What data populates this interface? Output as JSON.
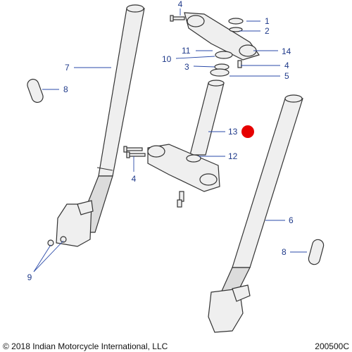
{
  "callouts": {
    "c1": "1",
    "c2": "2",
    "c3": "3",
    "c4a": "4",
    "c4b": "4",
    "c4c": "4",
    "c5": "5",
    "c6": "6",
    "c7": "7",
    "c8a": "8",
    "c8b": "8",
    "c9": "9",
    "c10": "10",
    "c11": "11",
    "c12": "12",
    "c13": "13",
    "c14": "14"
  },
  "footer": {
    "copyright": "© 2018 Indian Motorcycle International, LLC",
    "figure_id": "200500C"
  },
  "colors": {
    "callout_text": "#1f3a8a",
    "highlight_marker": "#e60000"
  }
}
